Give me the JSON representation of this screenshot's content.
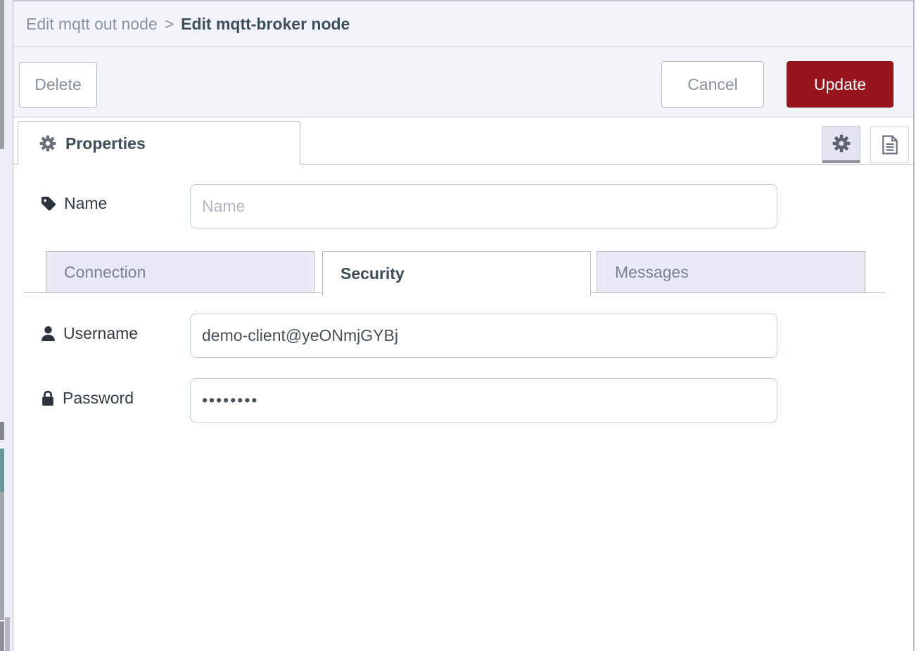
{
  "breadcrumb": {
    "parent": "Edit mqtt out node",
    "separator": ">",
    "current": "Edit mqtt-broker node"
  },
  "toolbar": {
    "delete_label": "Delete",
    "cancel_label": "Cancel",
    "update_label": "Update"
  },
  "panel": {
    "properties_label": "Properties"
  },
  "form": {
    "name": {
      "label": "Name",
      "placeholder": "Name",
      "value": ""
    },
    "section_tabs": [
      {
        "label": "Connection",
        "active": false
      },
      {
        "label": "Security",
        "active": true
      },
      {
        "label": "Messages",
        "active": false
      }
    ],
    "username": {
      "label": "Username",
      "value": "demo-client@yeONmjGYBj"
    },
    "password": {
      "label": "Password",
      "value": "••••••••"
    }
  },
  "colors": {
    "accent_red": "#99151d",
    "header_bg": "#f3f4fa",
    "inactive_tab_bg": "#e9eaf5",
    "border": "#b4b5bf",
    "text_dark": "#3e4e59",
    "text_gray": "#8a929c"
  }
}
